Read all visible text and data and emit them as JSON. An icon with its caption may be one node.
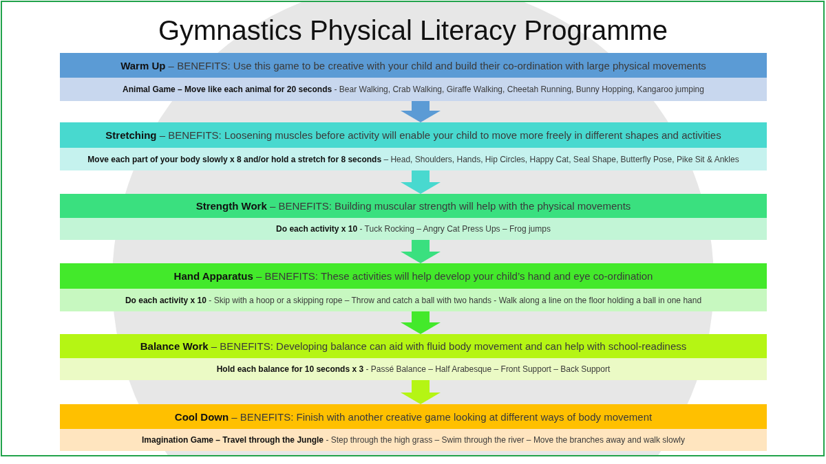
{
  "diagram": {
    "title": "Gymnastics Physical Literacy Programme",
    "nodes": [
      {
        "text": [
          "**Warm Up** – BENEFITS: Use this game to be creative with your child and build their co-ordination with large physical movements"
        ]
      },
      {
        "text": [
          "**Animal Game – Move like each animal for 20 seconds** - Bear Walking, Crab Walking, Giraffe Walking, Cheetah Running, Bunny Hopping, Kangaroo jumping"
        ]
      },
      {
        "text": [
          "**Stretching** – BENEFITS: Loosening muscles before activity will enable your child to move more freely in different shapes and activities"
        ]
      },
      {
        "text": [
          "**Move each part of your body slowly x 8 and/or hold a stretch for 8 seconds** – Head, Shoulders, Hands, Hip Circles, Happy Cat, Seal Shape, Butterfly Pose, Pike Sit & Ankles"
        ]
      },
      {
        "text": [
          "**Strength Work** – BENEFITS: Building muscular strength will help with the physical movements"
        ]
      },
      {
        "text": [
          "**Do each activity x 10** - Tuck Rocking – Angry Cat Press Ups – Frog jumps"
        ]
      },
      {
        "text": [
          "**Hand Apparatus** – BENEFITS: These activities will help develop your child’s hand and eye co-ordination"
        ]
      },
      {
        "text": [
          "**Do each activity x 10** - Skip with a hoop or a skipping rope – Throw and catch a ball with two hands - Walk along a line on the floor holding a ball in one hand"
        ]
      },
      {
        "text": [
          "**Balance Work** – BENEFITS: Developing balance can aid with fluid body movement and can help with school-readiness"
        ]
      },
      {
        "text": [
          "**Hold each balance for 10 seconds x 3** - Passé Balance – Half Arabesque – Front Support – Back Support"
        ]
      },
      {
        "text": [
          "**Cool Down** – BENEFITS: Finish with another creative game looking at different ways of body movement"
        ]
      },
      {
        "text": [
          "**Imagination Game – Travel through the Jungle** - Step through the high grass – Swim through the river – Move the branches away and walk slowly"
        ]
      }
    ],
    "edges": [
      {
        "from": 1,
        "to": 2,
        "arrow": "to",
        "color": "#5b9bd5"
      },
      {
        "from": 3,
        "to": 4,
        "arrow": "to",
        "color": "#48d9cf"
      },
      {
        "from": 5,
        "to": 6,
        "arrow": "to",
        "color": "#3ae07f"
      },
      {
        "from": 7,
        "to": 8,
        "arrow": "to",
        "color": "#43e92b"
      },
      {
        "from": 9,
        "to": 10,
        "arrow": "to",
        "color": "#b5f514"
      }
    ]
  }
}
